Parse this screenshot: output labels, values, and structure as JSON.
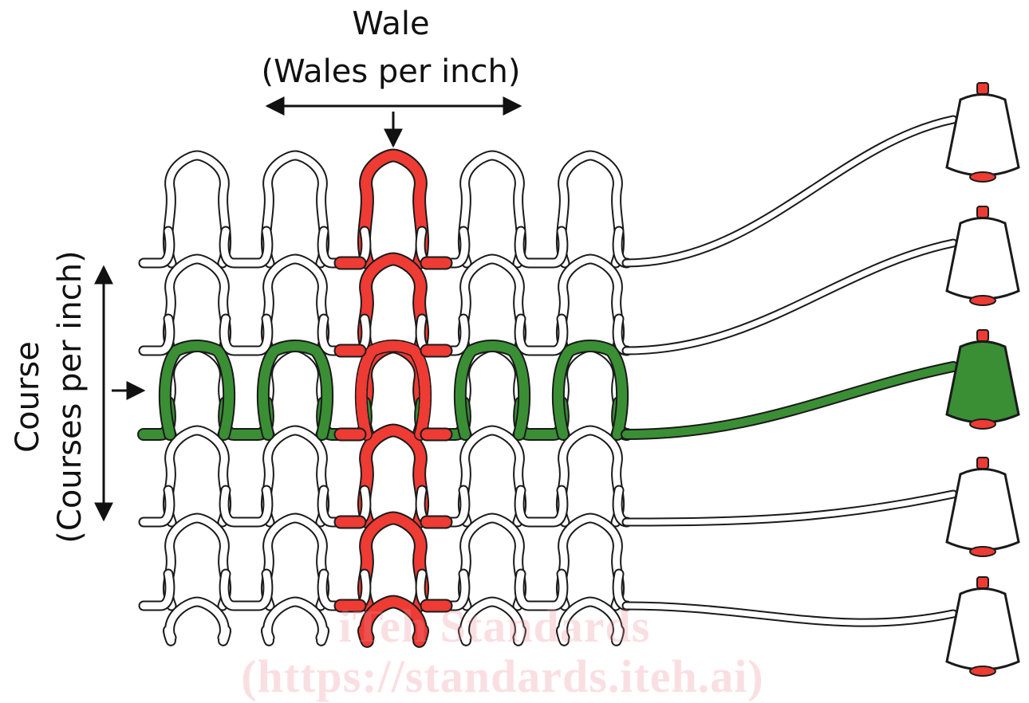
{
  "labels": {
    "wale_title": "Wale",
    "wale_subtitle": "(Wales per inch)",
    "course_title": "Course",
    "course_subtitle": "(Courses per inch)"
  },
  "watermark": {
    "line1": "iTeh Standards",
    "line2": "(https://standards.iteh.ai)"
  },
  "colors": {
    "highlighted_wale": "#ee3b34",
    "highlighted_course": "#3a8f35",
    "yarn_outline": "#1a1a1a",
    "yarn_fill": "#ffffff",
    "watermark": "#ec8c96",
    "cone_cap": "#ee3b34"
  },
  "diagram": {
    "wale_count": 5,
    "course_count": 5,
    "highlighted_wale_index": 2,
    "highlighted_course_index": 2,
    "cones": [
      "white",
      "white",
      "green",
      "white",
      "white"
    ]
  }
}
